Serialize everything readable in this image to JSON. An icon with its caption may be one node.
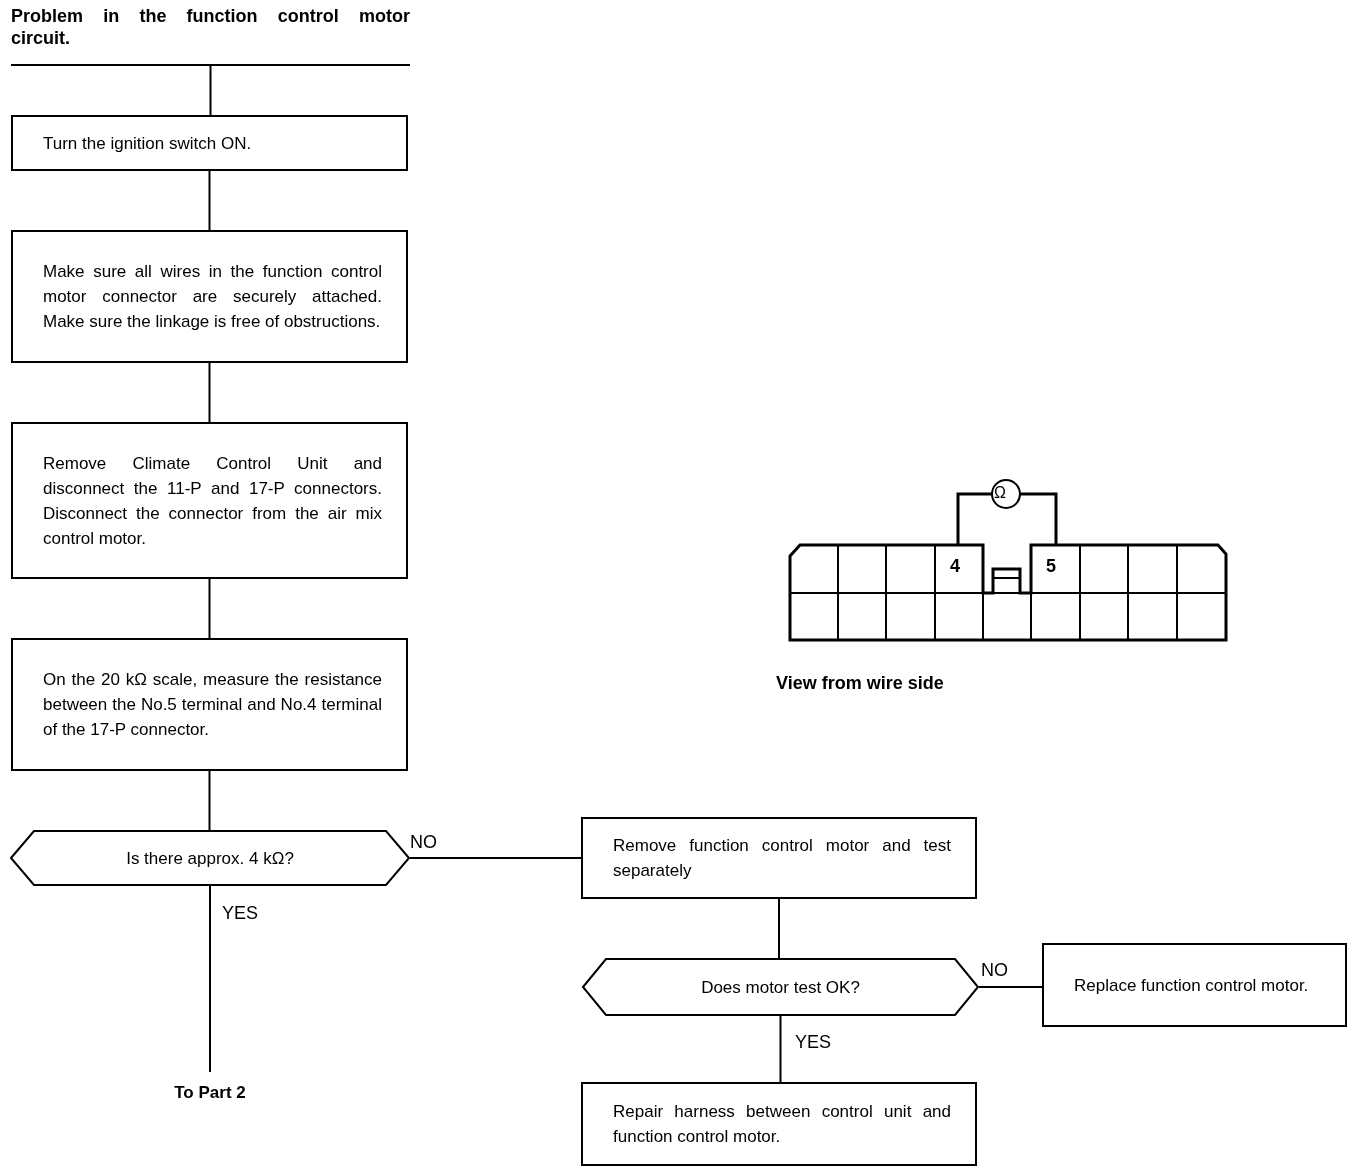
{
  "diagram": {
    "nodes": [
      {
        "text": [
          "Problem in the function control motor circuit."
        ]
      },
      {
        "text": [
          "Turn the ignition switch ON."
        ]
      },
      {
        "text": [
          "Make sure all wires in the function control motor connector are securely attached. Make sure the linkage is free of obstructions."
        ]
      },
      {
        "text": [
          "Remove Climate Control Unit and disconnect the 11-P and 17-P connectors. Disconnect the connector from the air mix control motor."
        ]
      },
      {
        "text": [
          "On the 20 kΩ scale, measure the resistance between the No.5 terminal and No.4 terminal of the 17-P connector."
        ]
      },
      {
        "text": [
          "Is there approx. 4 kΩ?"
        ]
      },
      {
        "text": [
          "Remove function control motor and test separately"
        ]
      },
      {
        "text": [
          "Does motor test OK?"
        ]
      },
      {
        "text": [
          "Replace function control motor."
        ]
      },
      {
        "text": [
          "Repair harness between control unit and function control motor."
        ]
      },
      {
        "text": [
          "To Part 2"
        ]
      }
    ],
    "edges": [
      {
        "from": 0,
        "to": 1,
        "arrow": "none"
      },
      {
        "from": 1,
        "to": 2,
        "arrow": "none"
      },
      {
        "from": 2,
        "to": 3,
        "arrow": "none"
      },
      {
        "from": 3,
        "to": 4,
        "arrow": "none"
      },
      {
        "from": 4,
        "to": 5,
        "arrow": "none"
      },
      {
        "from": 5,
        "to": 6,
        "arrow": "none",
        "label": "NO"
      },
      {
        "from": 5,
        "to": 10,
        "arrow": "none",
        "label": "YES"
      },
      {
        "from": 6,
        "to": 7,
        "arrow": "none"
      },
      {
        "from": 7,
        "to": 8,
        "arrow": "none",
        "label": "NO"
      },
      {
        "from": 7,
        "to": 9,
        "arrow": "none",
        "label": "YES"
      }
    ],
    "labels": [
      "Ω",
      "4",
      "5",
      "View from wire side"
    ]
  }
}
